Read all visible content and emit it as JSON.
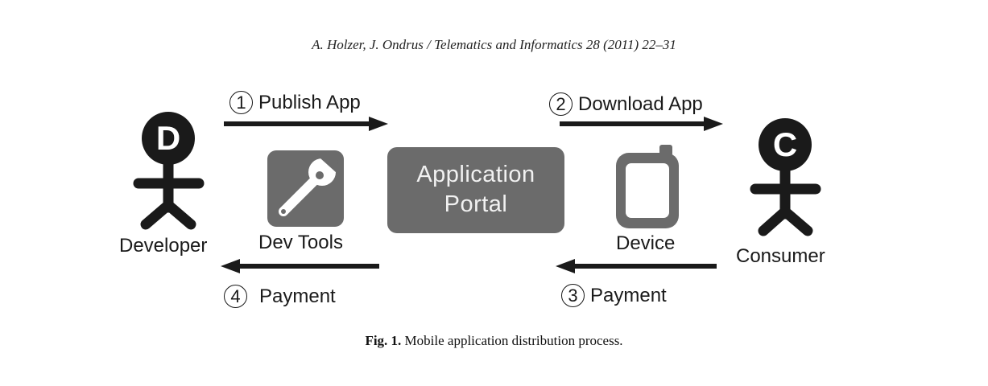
{
  "header": {
    "running_head": "A. Holzer, J. Ondrus / Telematics and Informatics 28 (2011) 22–31"
  },
  "figure": {
    "actors": {
      "developer": {
        "letter": "D",
        "label": "Developer"
      },
      "consumer": {
        "letter": "C",
        "label": "Consumer"
      }
    },
    "portal": {
      "line1": "Application",
      "line2": "Portal"
    },
    "icons": {
      "dev_tools": {
        "label": "Dev Tools",
        "icon": "wrench-icon"
      },
      "device": {
        "label": "Device",
        "icon": "device-icon"
      }
    },
    "steps": [
      {
        "num": "1",
        "label": "Publish App"
      },
      {
        "num": "2",
        "label": "Download App"
      },
      {
        "num": "3",
        "label": "Payment"
      },
      {
        "num": "4",
        "label": "Payment"
      }
    ],
    "colors": {
      "box": "#6b6b6b",
      "ink": "#1a1a1a"
    }
  },
  "caption": {
    "fig_label": "Fig. 1.",
    "text": "Mobile application distribution process."
  }
}
